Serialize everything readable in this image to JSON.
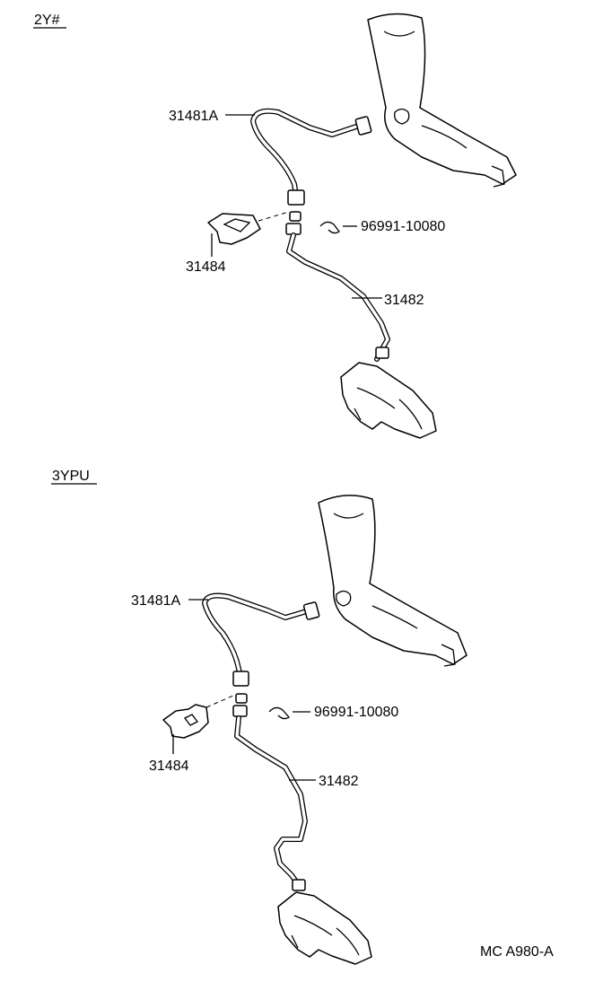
{
  "sections": [
    {
      "header": "2Y#",
      "labels": {
        "hose": "31481A",
        "tube": "31482",
        "bracket": "31484",
        "clip": "96991-10080"
      }
    },
    {
      "header": "3YPU",
      "labels": {
        "hose": "31481A",
        "tube": "31482",
        "bracket": "31484",
        "clip": "96991-10080"
      }
    }
  ],
  "figure_code": "MC A980-A"
}
